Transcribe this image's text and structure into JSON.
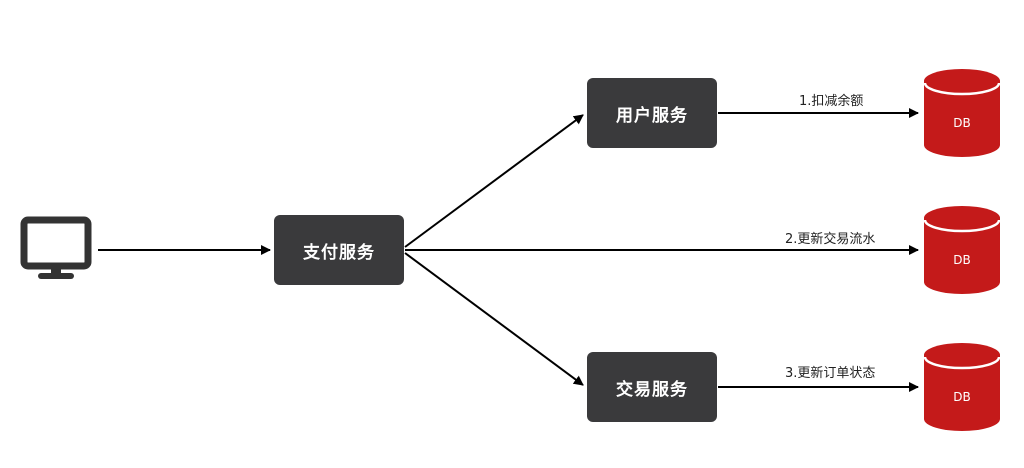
{
  "services": {
    "pay": "支付服务",
    "user": "用户服务",
    "trade": "交易服务"
  },
  "edges": {
    "deduct_balance": "1.扣减余额",
    "update_flow": "2.更新交易流水",
    "update_order": "3.更新订单状态"
  },
  "databases": {
    "db1": "DB",
    "db2": "DB",
    "db3": "DB"
  },
  "icons": {
    "client": "monitor-icon"
  },
  "colors": {
    "service_box": "#3a3a3c",
    "db_fill": "#c41a1a",
    "arrow": "#000000"
  }
}
